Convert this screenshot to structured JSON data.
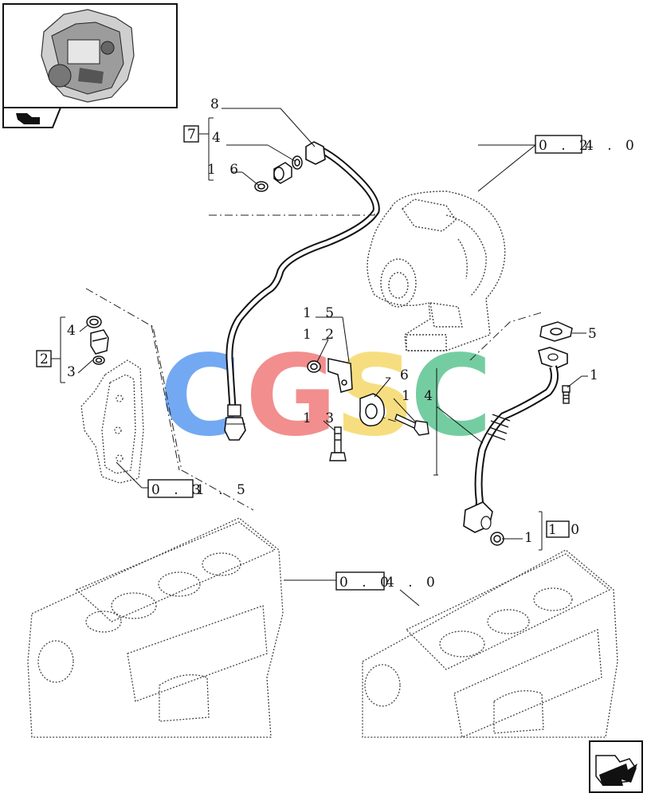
{
  "callouts": {
    "c8": "8",
    "c7": "7",
    "c4a": "4",
    "c16": "1 6",
    "c15": "1 5",
    "c12": "1 2",
    "c6": "6",
    "c14": "1 4",
    "c13": "1 3",
    "c4b": "4",
    "c2": "2",
    "c3": "3",
    "c5": "5",
    "c1a": "1",
    "c1b": "1",
    "c10": "1 0"
  },
  "references": {
    "turbo_ref_boxed": "0 . 2",
    "turbo_ref_tail": "4 . 0",
    "plate_ref_boxed": "0 . 3",
    "plate_ref_tail": "1 . 5",
    "block_ref_boxed": "0 . 0",
    "block_ref_tail": "4 . 0"
  },
  "watermark": {
    "letters": [
      "C",
      "G",
      "S",
      "C"
    ],
    "colors": [
      "#5b9bf0",
      "#f07b7b",
      "#f5d96a",
      "#5cc591"
    ]
  },
  "icons": {
    "top_left": "engine-thumbnail-icon",
    "nav_prev": "page-back-icon",
    "nav_next": "next-page-arrow-icon"
  }
}
